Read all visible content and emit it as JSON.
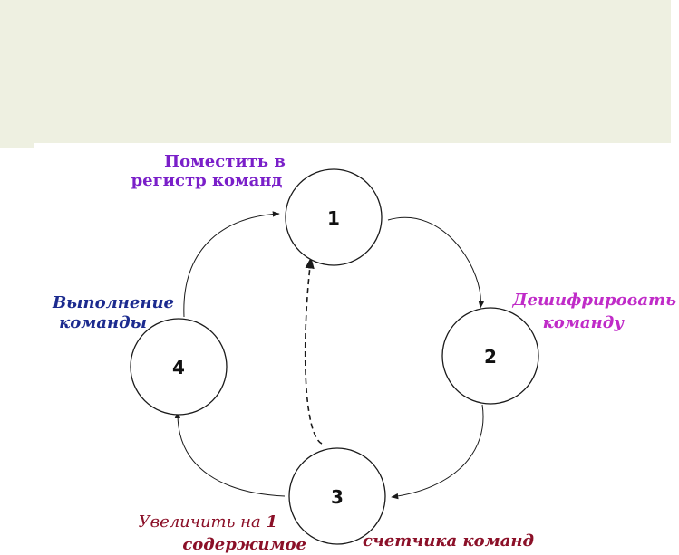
{
  "nodes": [
    {
      "id": "1",
      "label": "1"
    },
    {
      "id": "2",
      "label": "2"
    },
    {
      "id": "3",
      "label": "3"
    },
    {
      "id": "4",
      "label": "4"
    }
  ],
  "labels": {
    "fetch_line1": "Поместить в",
    "fetch_line2": "регистр команд",
    "decode_line1": "Дешифрировать",
    "decode_line2": "команду",
    "execute_line1": "Выполнение",
    "execute_line2": "команды",
    "increment_part1": "Увеличить на ",
    "increment_part2": "1",
    "increment_line2": "содержимое",
    "increment_line2b": "счетчика команд"
  },
  "colors": {
    "banner": "#eef0e1",
    "fetch": "#7a1fc9",
    "decode": "#c02bc8",
    "execute": "#1c2b8f",
    "increment": "#8b1028"
  }
}
